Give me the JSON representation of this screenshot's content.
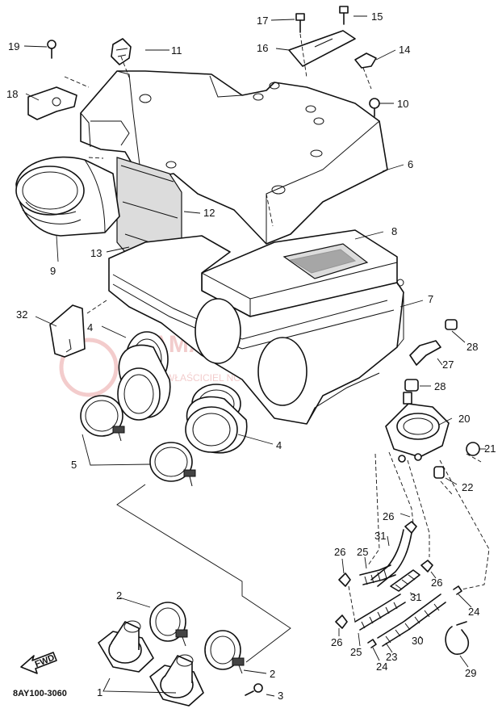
{
  "callouts": {
    "c1": "1",
    "c2": "2",
    "c2b": "2",
    "c3": "3",
    "c4": "4",
    "c4b": "4",
    "c5": "5",
    "c6": "6",
    "c7": "7",
    "c8": "8",
    "c9": "9",
    "c10": "10",
    "c11": "11",
    "c12": "12",
    "c13": "13",
    "c14": "14",
    "c15": "15",
    "c16": "16",
    "c17": "17",
    "c18": "18",
    "c19": "19",
    "c20": "20",
    "c21": "21",
    "c22": "22",
    "c23": "23",
    "c24": "24",
    "c24b": "24",
    "c25": "25",
    "c25b": "25",
    "c26": "26",
    "c26b": "26",
    "c26c": "26",
    "c26d": "26",
    "c27": "27",
    "c28": "28",
    "c28b": "28",
    "c29": "29",
    "c30": "30",
    "c31": "31",
    "c31b": "31",
    "c32": "32"
  },
  "diagram_code": "8AY100-3060",
  "fwd_label": "FWD",
  "watermark": {
    "title": "YAMAHA SKLEP.PL",
    "subtitle": "WŁAŚCICIEL NOWICZ - DEALER YAMAHA"
  },
  "colors": {
    "line": "#111111",
    "watermark": "#e9a3a3"
  }
}
